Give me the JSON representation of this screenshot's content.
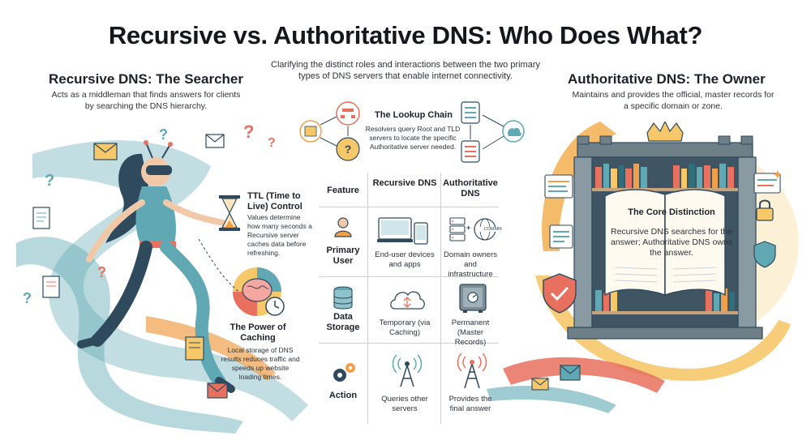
{
  "title": "Recursive vs. Authoritative DNS: Who Does What?",
  "subtitle": "Clarifying the distinct roles and interactions between the two primary types of DNS servers that enable internet connectivity.",
  "recursive": {
    "heading": "Recursive DNS: The Searcher",
    "desc": "Acts as a middleman that finds answers for clients by searching the DNS hierarchy."
  },
  "authoritative": {
    "heading": "Authoritative DNS: The Owner",
    "desc": "Maintains and provides the official, master records for a specific domain or zone."
  },
  "ttl": {
    "heading": "TTL (Time to Live) Control",
    "desc": "Values determine how many seconds a Recursive server caches data before refreshing."
  },
  "caching": {
    "heading": "The Power of Caching",
    "desc": "Local storage of DNS results reduces traffic and speeds up website loading times."
  },
  "lookup": {
    "heading": "The Lookup Chain",
    "desc": "Resolvers query Root and TLD servers to locate the specific Authoritative server needed."
  },
  "core": {
    "heading": "The Core Distinction",
    "desc": "Recursive DNS searches for the answer; Authoritative DNS owns the answer."
  },
  "table": {
    "headers": [
      "Feature",
      "Recursive DNS",
      "Authoritative DNS"
    ],
    "rows": [
      {
        "feature": "Primary User",
        "recursive": "End-user devices and apps",
        "authoritative": "Domain owners and infrastructure"
      },
      {
        "feature": "Data Storage",
        "recursive": "Temporary (via Caching)",
        "authoritative": "Permanent (Master Records)"
      },
      {
        "feature": "Action",
        "recursive": "Queries other servers",
        "authoritative": "Provides the final answer"
      }
    ]
  },
  "icons": {
    "domain_badge": ".COMMM",
    "plus": "+"
  },
  "colors": {
    "teal": "#5fa8b4",
    "navy": "#2f4a5c",
    "orange": "#f0a04a",
    "coral": "#e8705e",
    "yellow": "#f6c86a"
  }
}
